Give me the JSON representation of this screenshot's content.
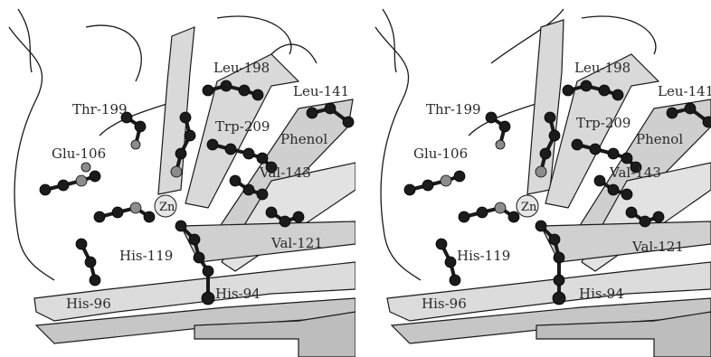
{
  "figure": {
    "panels": [
      {
        "id": "left",
        "labels": {
          "leu198": "Leu-198",
          "leu141": "Leu-141",
          "thr199": "Thr-199",
          "trp209": "Trp-209",
          "phenol": "Phenol",
          "glu106": "Glu-106",
          "val143": "Val-143",
          "zn": "Zn",
          "his119": "His-119",
          "val121": "Val-121",
          "his96": "His-96",
          "his94": "His-94"
        }
      },
      {
        "id": "right",
        "labels": {
          "leu198": "Leu-198",
          "leu141": "Leu-141",
          "thr199": "Thr-199",
          "trp209": "Trp-209",
          "phenol": "Phenol",
          "glu106": "Glu-106",
          "val143": "Val-143",
          "zn": "Zn",
          "his119": "His-119",
          "val121": "Val-121",
          "his96": "His-96",
          "his94": "His-94"
        }
      }
    ],
    "colors": {
      "ribbon_fill": "#d9d9d9",
      "ribbon_dark": "#8a8a8a",
      "outline": "#1a1a1a",
      "atom_dark": "#1b1b1b",
      "atom_grey": "#8c8c8c",
      "zn_fill": "#e6e6e6"
    }
  }
}
